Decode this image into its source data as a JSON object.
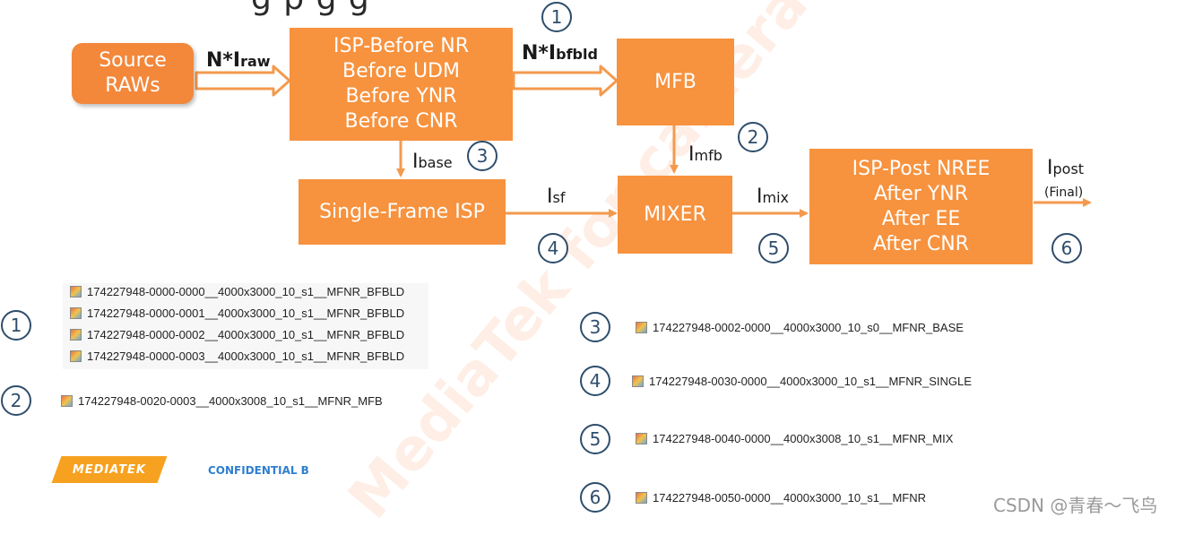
{
  "title_fragment": "g  p       g       g",
  "boxes": {
    "source": [
      "Source",
      "RAWs"
    ],
    "isp_before": [
      "ISP-Before NR",
      "Before UDM",
      "Before YNR",
      "Before CNR"
    ],
    "mfb": "MFB",
    "single_frame": "Single-Frame ISP",
    "mixer": "MIXER",
    "isp_post": [
      "ISP-Post NREE",
      "After YNR",
      "After EE",
      "After CNR"
    ]
  },
  "labels": {
    "n_iraw": {
      "prefix": "N*I",
      "sub": "raw"
    },
    "n_ibfbld": {
      "prefix": "N*I",
      "sub": "bfbld"
    },
    "ibase": {
      "prefix": "I",
      "sub": "base"
    },
    "imfb": {
      "prefix": "I",
      "sub": "mfb"
    },
    "isf": {
      "prefix": "I",
      "sub": "sf"
    },
    "imix": {
      "prefix": "I",
      "sub": "mix"
    },
    "ipost": {
      "prefix": "I",
      "sub": "post"
    },
    "final": "(Final)"
  },
  "markers": [
    "1",
    "2",
    "3",
    "4",
    "5",
    "6"
  ],
  "files": {
    "g1": [
      "174227948-0000-0000__4000x3000_10_s1__MFNR_BFBLD",
      "174227948-0000-0001__4000x3000_10_s1__MFNR_BFBLD",
      "174227948-0000-0002__4000x3000_10_s1__MFNR_BFBLD",
      "174227948-0000-0003__4000x3000_10_s1__MFNR_BFBLD"
    ],
    "g2": "174227948-0020-0003__4000x3008_10_s1__MFNR_MFB",
    "g3": "174227948-0002-0000__4000x3000_10_s0__MFNR_BASE",
    "g4": "174227948-0030-0000__4000x3000_10_s1__MFNR_SINGLE",
    "g5": "174227948-0040-0000__4000x3008_10_s1__MFNR_MIX",
    "g6": "174227948-0050-0000__4000x3000_10_s1__MFNR"
  },
  "footer": {
    "logo": "MEDIATEK",
    "confidential": "CONFIDENTIAL B",
    "csdn": "CSDN @青春～飞鸟"
  },
  "watermark": "MediaTek for camera-hal@xiaomi",
  "colors": {
    "box": "#f7923e",
    "arrow": "#f39a4e",
    "marker": "#2e4d6b",
    "confidential": "#2f7fd0"
  }
}
